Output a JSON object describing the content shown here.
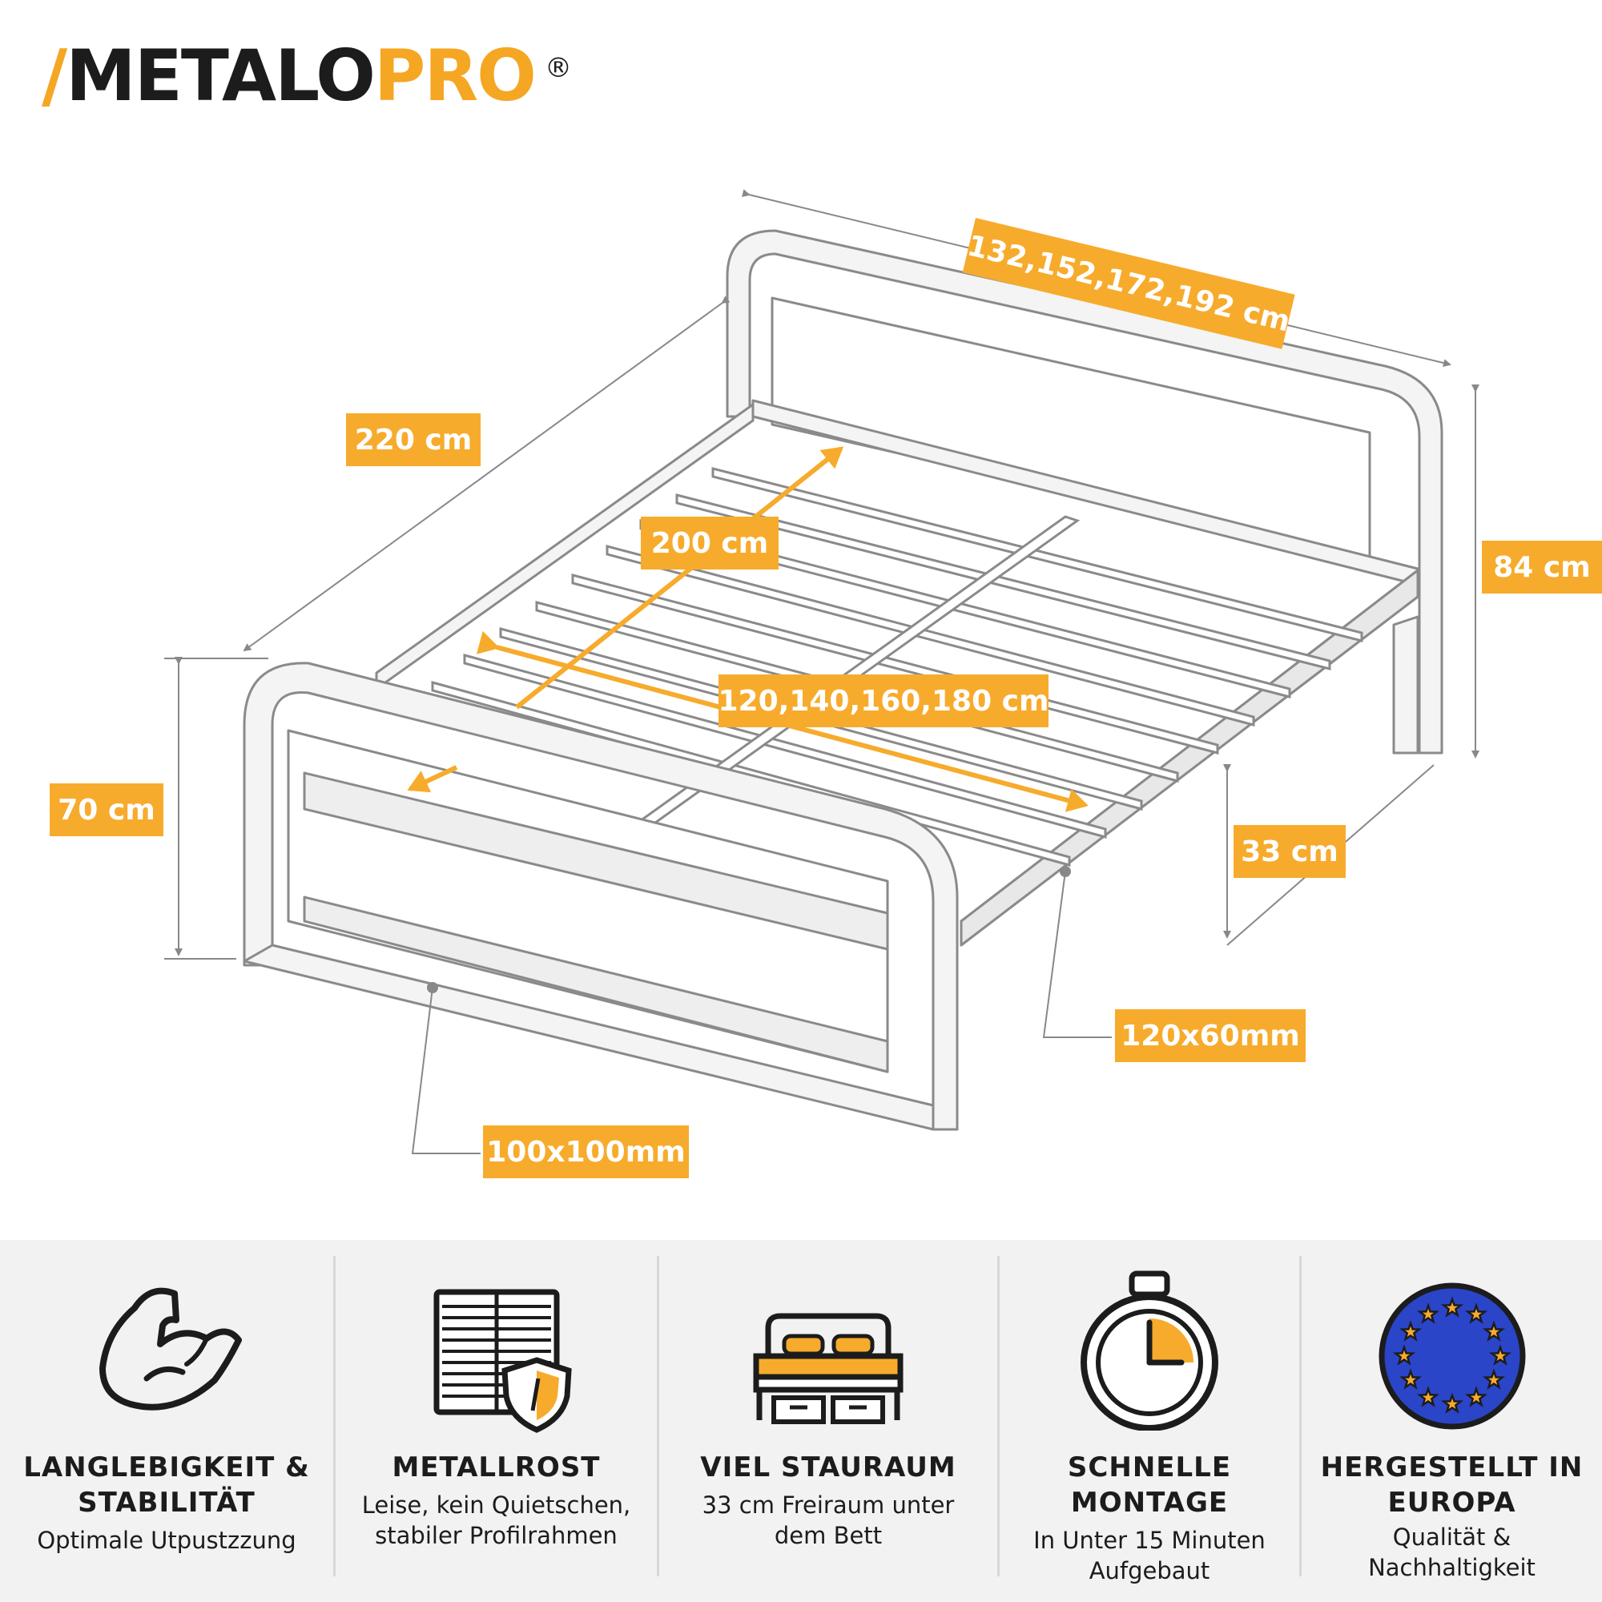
{
  "brand": {
    "logo_part1": "METALO",
    "logo_part2": "PRO",
    "registered": "®",
    "accent_color": "#f7ab2c",
    "text_color": "#1c1c1c"
  },
  "dimensions": {
    "total_width": "132,152,172,192 cm",
    "total_length": "220 cm",
    "inner_length": "200 cm",
    "inner_width": "120,140,160,180 cm",
    "headboard_height": "84 cm",
    "footboard_height": "70 cm",
    "clearance": "33 cm",
    "side_profile": "120x60mm",
    "footboard_profile": "100x100mm"
  },
  "features": [
    {
      "icon": "muscle-arm-icon",
      "title_line1": "LANGLEBIGKEIT &",
      "title_line2": "STABILITÄT",
      "desc_line1": "Optimale Utpustzzung",
      "desc_line2": ""
    },
    {
      "icon": "slatted-frame-shield-icon",
      "title_line1": "METALLROST",
      "title_line2": "",
      "desc_line1": "Leise, kein Quietschen,",
      "desc_line2": "stabiler Profilrahmen"
    },
    {
      "icon": "bed-storage-icon",
      "title_line1": "VIEL STAURAUM",
      "title_line2": "",
      "desc_line1": "33 cm Freiraum unter",
      "desc_line2": "dem Bett"
    },
    {
      "icon": "stopwatch-icon",
      "title_line1": "SCHNELLE",
      "title_line2": "MONTAGE",
      "desc_line1": "In Unter 15 Minuten",
      "desc_line2": "Aufgebaut"
    },
    {
      "icon": "eu-flag-icon",
      "title_line1": "HERGESTELLT IN",
      "title_line2": "EUROPA",
      "desc_line1": "Qualität &",
      "desc_line2": "Nachhaltigkeit"
    }
  ]
}
